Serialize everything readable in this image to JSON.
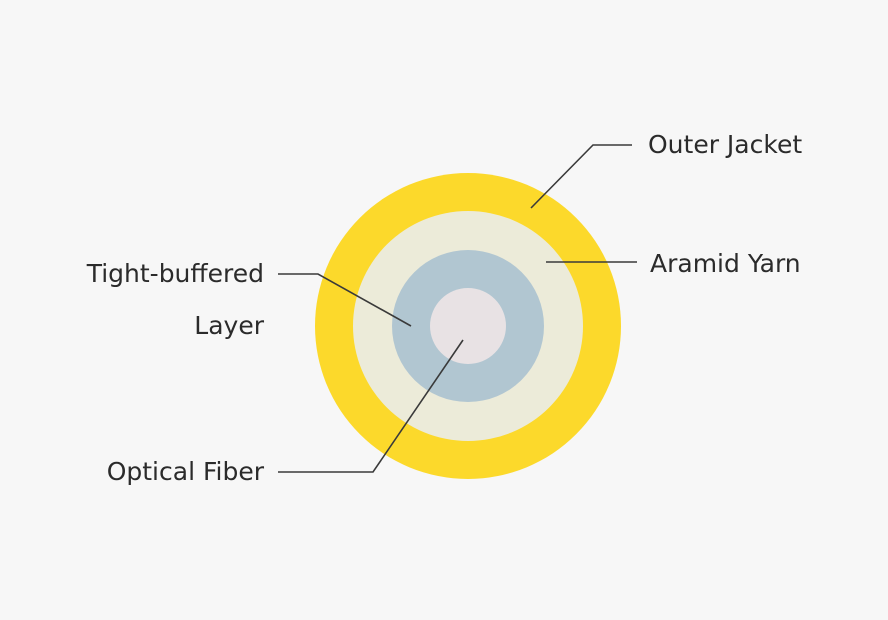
{
  "diagram": {
    "layers": [
      {
        "name": "Outer Jacket",
        "color": "#fcd92b"
      },
      {
        "name": "Aramid Yarn",
        "color": "#ecebd9"
      },
      {
        "name": "Tight-buffered Layer",
        "color": "#b1c6d1"
      },
      {
        "name": "Optical Fiber",
        "color": "#e8e2e4"
      }
    ],
    "labels": {
      "outer_jacket": "Outer Jacket",
      "aramid_yarn": "Aramid Yarn",
      "tight_buffered_line1": "Tight-buffered",
      "tight_buffered_line2": "Layer",
      "optical_fiber": "Optical Fiber"
    },
    "colors": {
      "background": "#f7f7f7",
      "text": "#2b2b2b",
      "leader_line": "#3a3a3a"
    }
  }
}
